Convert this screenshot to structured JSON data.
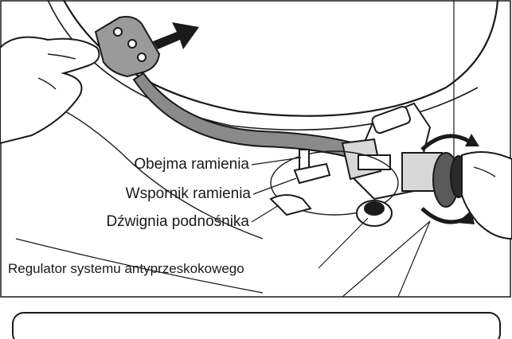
{
  "labels": {
    "arm_clamp": "Obejma ramienia",
    "arm_rest": "Wspornik ramienia",
    "lift_lever": "Dźwignia podnośnika",
    "anti_skating": "Regulator systemu antyprzeskokowego"
  },
  "colors": {
    "ink": "#1a1a1a",
    "arm_fill": "#8a8a8a",
    "dial_dark": "#5a5a5a"
  },
  "icons": [
    "direction-arrow-icon",
    "rotation-arrow-icon"
  ]
}
